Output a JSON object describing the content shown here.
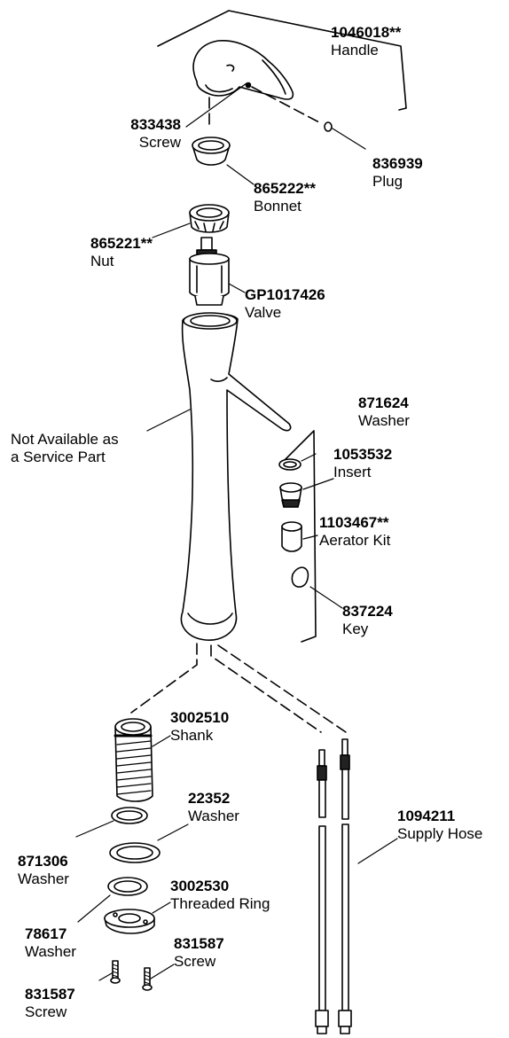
{
  "parts": {
    "handle": {
      "number": "1046018**",
      "name": "Handle"
    },
    "screw_top": {
      "number": "833438",
      "name": "Screw"
    },
    "plug": {
      "number": "836939",
      "name": "Plug"
    },
    "bonnet": {
      "number": "865222**",
      "name": "Bonnet"
    },
    "nut": {
      "number": "865221**",
      "name": "Nut"
    },
    "valve": {
      "number": "GP1017426",
      "name": "Valve"
    },
    "washer_871624": {
      "number": "871624",
      "name": "Washer"
    },
    "insert": {
      "number": "1053532",
      "name": "Insert"
    },
    "aerator_kit": {
      "number": "1103467**",
      "name": "Aerator Kit"
    },
    "key": {
      "number": "837224",
      "name": "Key"
    },
    "shank": {
      "number": "3002510",
      "name": "Shank"
    },
    "washer_22352": {
      "number": "22352",
      "name": "Washer"
    },
    "washer_871306": {
      "number": "871306",
      "name": "Washer"
    },
    "threaded_ring": {
      "number": "3002530",
      "name": "Threaded Ring"
    },
    "washer_78617": {
      "number": "78617",
      "name": "Washer"
    },
    "screw_right": {
      "number": "831587",
      "name": "Screw"
    },
    "screw_left": {
      "number": "831587",
      "name": "Screw"
    },
    "supply_hose": {
      "number": "1094211",
      "name": "Supply Hose"
    }
  },
  "note": {
    "line1": "Not Available as",
    "line2": "a Service Part"
  }
}
